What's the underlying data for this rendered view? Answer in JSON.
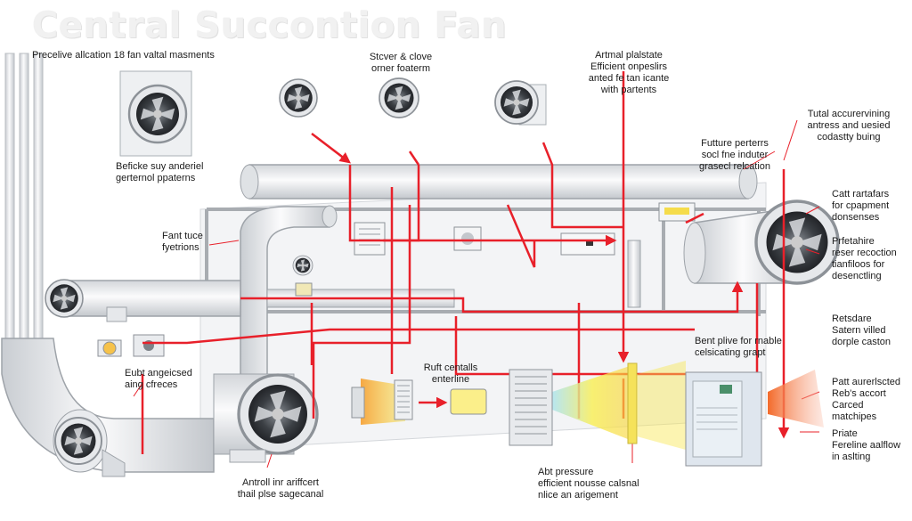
{
  "title": "Central Succontion Fan",
  "colors": {
    "arrow": "#e8202a",
    "pipe": "#e9ebee",
    "pipe_edge": "#9ea3a9",
    "accent_yellow": "#f7e83a",
    "accent_orange": "#f28a1e"
  },
  "labels": {
    "top_left": [
      "Precelive allcation 18 fan valtal masments"
    ],
    "top_center": [
      "Stcver & clove",
      "orner foaterm"
    ],
    "top_right_center": [
      "Artmal plalstate",
      "Efficient onpeslirs",
      "anted fe tan icante",
      "with partents"
    ],
    "far_right_top": [
      "Tutal accurervining",
      "antress and uesied",
      "codastty buing"
    ],
    "left_mid": [
      "Beficke suy anderiel",
      "gerternol ppaterns"
    ],
    "future": [
      "Futture perterrs",
      "socl fne induter",
      "grasecl relcation"
    ],
    "fan_tuce": [
      "Fant tuce",
      "fyetrions"
    ],
    "right_1": [
      "Catt rartafars",
      "for cpapment",
      "donsenses"
    ],
    "right_2": [
      "Prfetahire",
      "reser recoction",
      "tianfiloos for",
      "desenctling"
    ],
    "right_3": [
      "Retsdare",
      "Satern villed",
      "dorple caston"
    ],
    "bent": [
      "Bent plive for rnable",
      "celsicating grapt"
    ],
    "left_low": [
      "Eubt angeicsed",
      "aing cfreces"
    ],
    "ruft": [
      "Ruft centalls",
      "enterline"
    ],
    "patt": [
      "Patt aurerlscted",
      "Reb's accort",
      "Carced",
      "matchipes"
    ],
    "priate": [
      "Priate",
      "Fereline aalflow",
      "in aslting"
    ],
    "bottom_left": [
      "Antroll inr ariffcert",
      "thail plse sagecanal"
    ],
    "bottom_center": [
      "Abt pressure",
      "efficient nousse calsnal",
      "nlice an arigement"
    ]
  }
}
